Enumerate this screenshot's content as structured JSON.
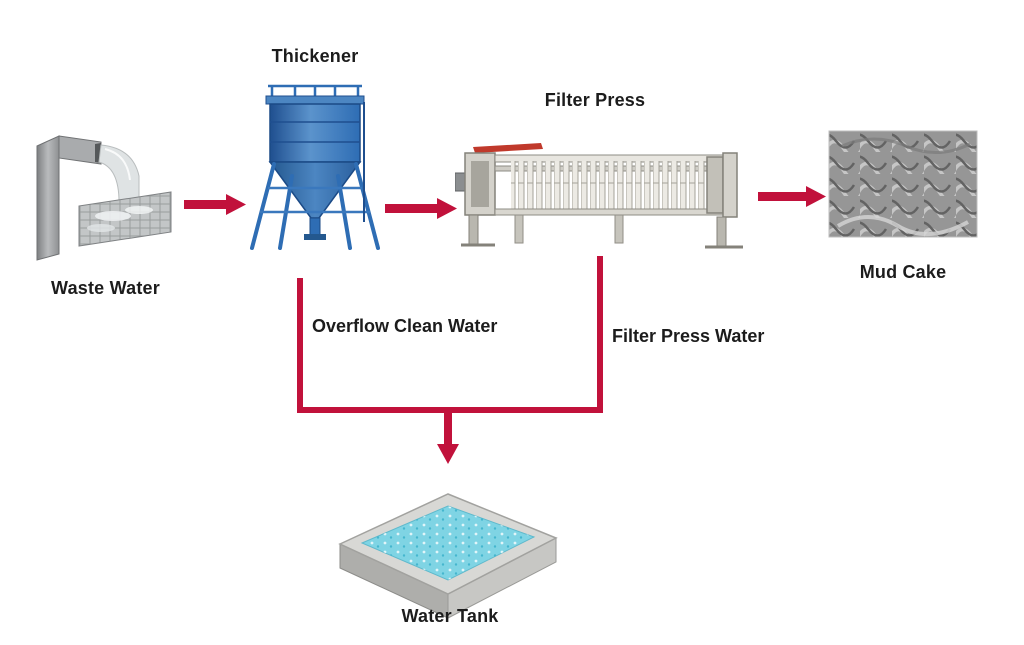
{
  "diagram": {
    "nodes": {
      "waste_water": {
        "label": "Waste Water"
      },
      "thickener": {
        "label": "Thickener"
      },
      "filter_press": {
        "label": "Filter Press"
      },
      "mud_cake": {
        "label": "Mud Cake"
      },
      "water_tank": {
        "label": "Water Tank"
      }
    },
    "edges": {
      "overflow_clean_water": {
        "label": "Overflow Clean Water"
      },
      "filter_press_water": {
        "label": "Filter Press Water"
      }
    },
    "colors": {
      "arrow": "#c1113b",
      "thickener_blue": "#2e6db4",
      "thickener_dark": "#1f4f8f",
      "water_blue": "#7fd4e4",
      "machine_gray": "#e8e6e0",
      "mud_gray": "#969696",
      "label_text": "#1c1c1c"
    }
  }
}
